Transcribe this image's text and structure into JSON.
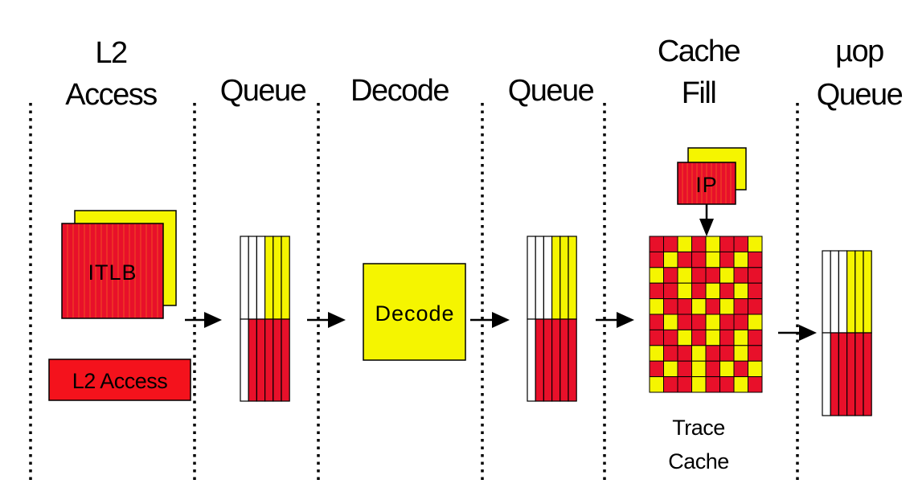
{
  "stages": [
    {
      "id": "l2-access",
      "lines": [
        "L2",
        "Access"
      ]
    },
    {
      "id": "queue-1",
      "lines": [
        "Queue"
      ]
    },
    {
      "id": "decode",
      "lines": [
        "Decode"
      ]
    },
    {
      "id": "queue-2",
      "lines": [
        "Queue"
      ]
    },
    {
      "id": "cache-fill",
      "lines": [
        "Cache",
        "Fill"
      ]
    },
    {
      "id": "uop-queue",
      "lines": [
        "µop",
        "Queue"
      ]
    }
  ],
  "blocks": {
    "itlb": "ITLB",
    "l2_access": "L2 Access",
    "decode": "Decode",
    "ip": "IP",
    "trace_cache": [
      "Trace",
      "Cache"
    ]
  },
  "colors": {
    "red": "#e8102a",
    "red_bright": "#f4121c",
    "yellow": "#f5f500",
    "stripe": "#ff9b1a",
    "line": "#000000"
  },
  "trace_cache_grid": [
    "RRYRYRRY",
    "RYRRYRYR",
    "YRYRRYRR",
    "RRYRYRYR",
    "YRRYRYRR",
    "RYRRYRRY",
    "RRYRYRYR",
    "YRRYRRYR",
    "RYRYRYRY",
    "YRRYRRYR"
  ]
}
